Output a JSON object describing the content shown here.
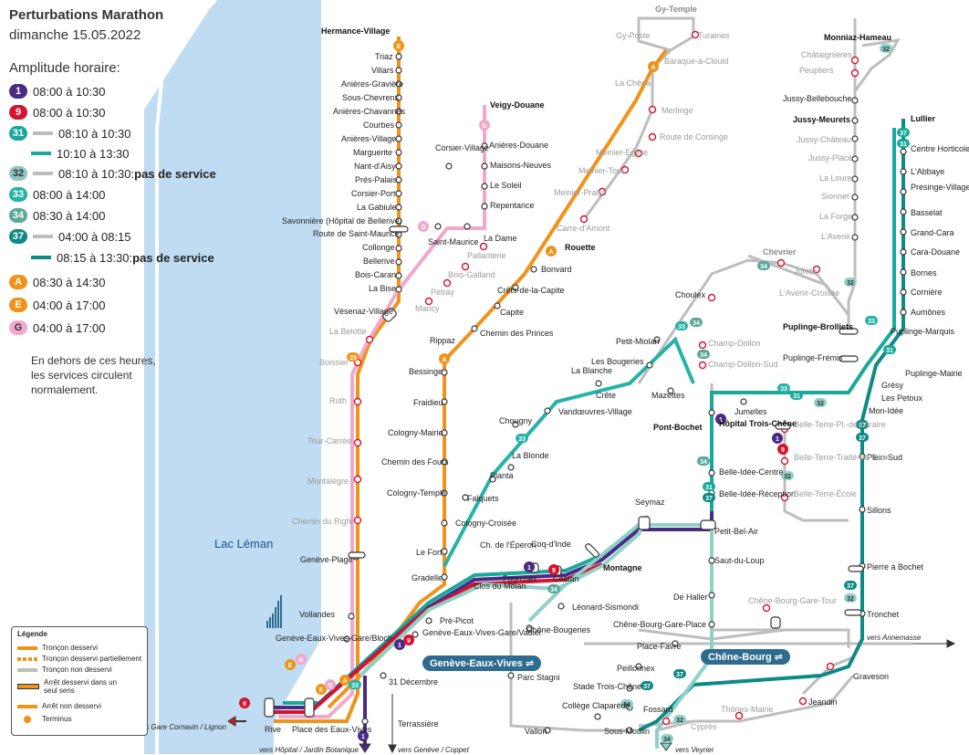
{
  "header": {
    "title": "Perturbations Marathon",
    "date": "dimanche 15.05.2022"
  },
  "schedule": {
    "heading": "Amplitude horaire:",
    "rows": [
      {
        "line": "1",
        "color": "#4b2a86",
        "text": "08:00 à 10:30"
      },
      {
        "line": "9",
        "color": "#d6142f",
        "text": "08:00 à 10:30"
      },
      {
        "line": "31",
        "color": "#18a99b",
        "text": "08:10 à 10:30"
      },
      {
        "line": "",
        "color": "#18a99b",
        "text": "10:10 à 13:30"
      },
      {
        "line": "32",
        "color": "#8fc5bf",
        "text": "08:10 à 10:30: ",
        "bold": "pas de service"
      },
      {
        "line": "33",
        "color": "#25b2a8",
        "text": "08:00 à 14:00"
      },
      {
        "line": "34",
        "color": "#5aa89a",
        "text": "08:30 à 14:00"
      },
      {
        "line": "37",
        "color": "#0e8a86",
        "text": "04:00 à 08:15"
      },
      {
        "line": "",
        "color": "#0e8a86",
        "text": "08:15 à 13:30: ",
        "bold": "pas de service"
      },
      {
        "line": "A",
        "color": "#f0931a",
        "text": "08:30 à 14:30"
      },
      {
        "line": "E",
        "color": "#f0931a",
        "text": "04:00 à 17:00"
      },
      {
        "line": "G",
        "color": "#f2a7cc",
        "text": "04:00 à 17:00"
      }
    ],
    "note": [
      "En dehors de ces heures,",
      "les services circulent",
      "normalement."
    ]
  },
  "lake": {
    "name": "Lac Léman"
  },
  "legend": {
    "title": "Légende",
    "items": [
      "Tronçon desservi",
      "Tronçon desservi partiellement",
      "Tronçon non desservi",
      "Arrêt desservi dans un seul sens",
      "Arrêt non desservi",
      "Terminus"
    ]
  },
  "lines_colors": {
    "E": "#f0931a",
    "G": "#f2a7cc",
    "grey": "#b5b5b5",
    "teal": "#18a99b",
    "purple": "#4b2a86",
    "red": "#d6142f",
    "orange": "#f0931a"
  },
  "stops": {
    "e_line": [
      "Hermance-Village",
      "Triaz",
      "Villars",
      "Anières-Gravière",
      "Sous-Chevrens",
      "Anières-Chavannes",
      "Courbes",
      "Anières-Village",
      "Marguerite",
      "Nant-d'Aisy",
      "Prés-Palais",
      "Corsier-Port",
      "La Gabiule",
      "Savonnière (Hôpital de Bellerive)",
      "Route de Saint-Maurice",
      "Collonge",
      "Bellerive",
      "Bois-Caran",
      "La Bise",
      "Vésenaz-Village"
    ],
    "lake_grey": [
      "La Belotte",
      "Boissier",
      "Ruth",
      "Tour-Carrée",
      "Montalègre",
      "Chemin du Righi"
    ],
    "lake_black": [
      "Genève-Plage",
      "Vollandes",
      "Genève-Eaux-Vives-Gare/Bloch"
    ],
    "g_line": [
      "Veigy-Douane",
      "Anières-Douane",
      "Corsier-Village",
      "Maisons-Neuves",
      "Le Soleil",
      "Repentance",
      "La Dame",
      "Saint-Maurice"
    ],
    "g_grey": [
      "Pallanterie",
      "Bois-Galland",
      "Petray",
      "Mancy"
    ],
    "a_line": [
      "Gy-Temple",
      "Gy-Poste",
      "Turaines",
      "Baraque-à-Clould",
      "La Chêna",
      "Merlinge",
      "Route de Corsinge",
      "Meinier-Eglise",
      "Meinier-Tour",
      "Meinier-Pralys",
      "Carre-d'Amont",
      "Rouette",
      "Bonvard",
      "Crêts-de-la-Capite",
      "Capite",
      "Chemin des Princes",
      "Rippaz",
      "Bessinge",
      "Fraidieu",
      "Cologny-Mairie",
      "Chemin des Fours",
      "Cologny-Temple",
      "Cologny-Croisée",
      "Le Fort",
      "Gradelle"
    ],
    "east": [
      "Monniaz-Hameau",
      "Châtaignières",
      "Peupliers",
      "Jussy-Bellebouche",
      "Jussy-Meurets",
      "Jussy-Château",
      "Jussy-Place",
      "La Loure",
      "Sionnet",
      "La Forge",
      "L'Avenir",
      "Jurets",
      "L'Avenir-Croisée",
      "Chevrier",
      "Lullier",
      "Centre Horticole",
      "L'Abbaye",
      "Presinge-Village",
      "Basselat",
      "Grand-Cara",
      "Cara-Douane",
      "Bornes",
      "Cornière",
      "Aumônes",
      "Puplinge-Marquis",
      "Puplinge-Brolliets",
      "Puplinge-Frémis",
      "Puplinge-Mairie",
      "Grésy",
      "Les Petoux",
      "Mon-Idée",
      "Plein-Sud",
      "Sillons",
      "Pierre à Bochet",
      "Tronchet",
      "Graveson",
      "Jeandin"
    ],
    "center": [
      "Choulex",
      "Petit-Miolan",
      "Champ-Dollon",
      "Champ-Dollon-Sud",
      "Les Bougeries",
      "La Blanche",
      "Crête",
      "Mazettes",
      "Jumelles",
      "Pont-Bochet",
      "Hôpital Trois-Chêne",
      "Belle-Idée-Centre",
      "Belle-Idée-Réception",
      "Belle-Terre-Pl.-de-l'Araire",
      "Belle-Terre-Traité-de-Turin",
      "Belle-Terre-École",
      "Vandœuvres-Village",
      "Chougny",
      "La Blonde",
      "Planta",
      "Falquets",
      "Seymaz",
      "Petit-Bel-Air",
      "Saut-du-Loup",
      "De Haller",
      "Chêne-Bourg-Gare-Tour",
      "Chêne-Bourg-Gare-Place",
      "Place-Favre",
      "Peillonnex",
      "Stade Trois-Chêne",
      "Fossard",
      "Thônex-Mairie",
      "Cyprès",
      "Sous-Moulin",
      "Collège Claparède",
      "Vallon",
      "Parc Stagni",
      "Chêne-Bougeries",
      "Léonard-Sismondi",
      "Montagne",
      "Castan",
      "Coq-d'Inde",
      "Fourches",
      "Ch. de l'Éperon",
      "Clos du Mölan",
      "Pré-Picot",
      "Genève-Eaux-Vives-Gare/Vadier",
      "31 Décembre",
      "Terrassière",
      "Rive",
      "Place des Eaux-Vives"
    ],
    "hubs": [
      "Genève-Eaux-Vives",
      "Chêne-Bourg"
    ]
  },
  "directions": [
    "vers Gare Cornavin / Lignon",
    "vers Hôpital / Jardin Botanique",
    "vers Genève / Coppet",
    "vers Veyrier",
    "vers Annemasse"
  ]
}
